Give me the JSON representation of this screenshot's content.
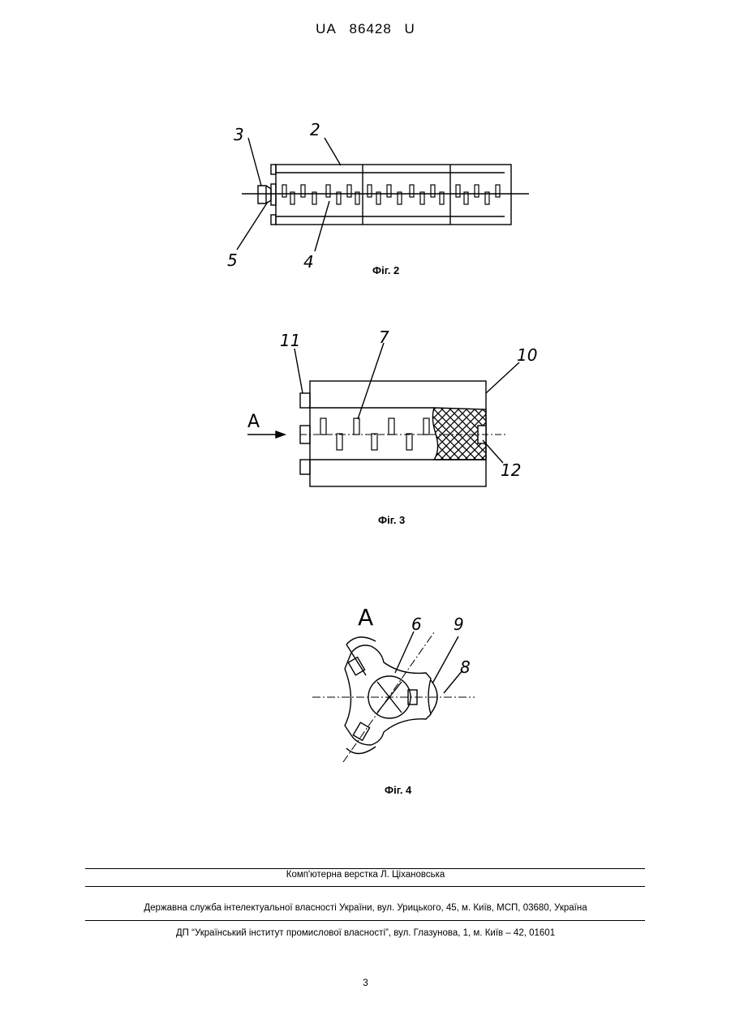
{
  "header": {
    "country": "UA",
    "number": "86428",
    "kind": "U"
  },
  "figures": {
    "fig2": {
      "caption": "Фіг. 2",
      "labels": [
        "3",
        "2",
        "5",
        "4"
      ]
    },
    "fig3": {
      "caption": "Фіг. 3",
      "labels": [
        "11",
        "7",
        "10",
        "A",
        "12"
      ]
    },
    "fig4": {
      "caption": "Фіг. 4",
      "labels": [
        "A",
        "6",
        "9",
        "8"
      ]
    }
  },
  "footer": {
    "layout": "Комп'ютерна верстка Л. Ціхановська",
    "service": "Державна служба інтелектуальної власності України, вул. Урицького, 45, м. Київ, МСП, 03680, Україна",
    "institute": "ДП “Український інститут промислової власності”, вул. Глазунова, 1, м. Київ – 42, 01601"
  },
  "page_number": "3"
}
